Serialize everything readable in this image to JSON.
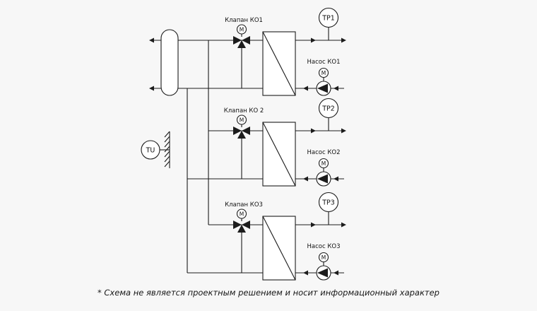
{
  "page": {
    "background": "#f7f7f7",
    "line_color": "#1c1c1c",
    "footnote": "* Схема не является проектным решением и носит информационный характер"
  },
  "diagram": {
    "source_label": "TU",
    "motor_label": "М",
    "circuits": [
      {
        "valve_label": "Клапан КО1",
        "sensor_label": "ТР1",
        "pump_label": "Насос КО1"
      },
      {
        "valve_label": "Клапан КО 2",
        "sensor_label": "ТР2",
        "pump_label": "Насос КО2"
      },
      {
        "valve_label": "Клапан КО3",
        "sensor_label": "ТР3",
        "pump_label": "Насос КО3"
      }
    ]
  }
}
